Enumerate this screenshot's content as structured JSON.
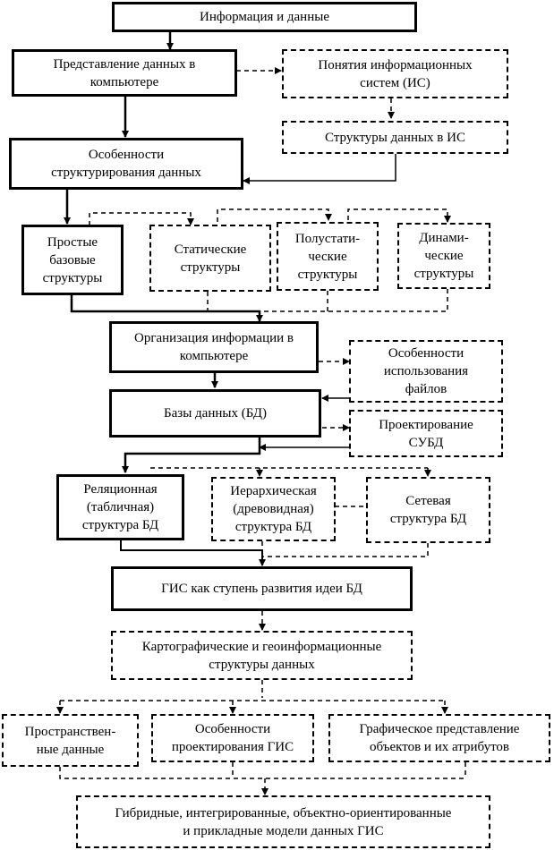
{
  "nodes": {
    "info_data": "Информация и данные",
    "data_repr": "Представление данных в\nкомпьютере",
    "is_concepts": "Понятия информационных\nсистем (ИС)",
    "is_structures": "Структуры данных в ИС",
    "struct_features": "Особенности\nструктурирования данных",
    "simple_base": "Простые\nбазовые\nструктуры",
    "static": "Статические\nструктуры",
    "semistatic": "Полустати-\nческие\nструктуры",
    "dynamic": "Динами-\nческие\nструктуры",
    "info_org": "Организация информации в\nкомпьютере",
    "file_features": "Особенности\nиспользования\nфайлов",
    "databases": "Базы данных (БД)",
    "dbms_design": "Проектирование\nСУБД",
    "relational": "Реляционная\n(табличная)\nструктура БД",
    "hierarchical": "Иерархическая\n(древовидная)\nструктура БД",
    "network": "Сетевая\nструктура БД",
    "gis": "ГИС как ступень развития идеи БД",
    "carto": "Картографические и геоинформационные\nструктуры данных",
    "spatial": "Пространствен-\nные данные",
    "gis_design": "Особенности\nпроектирования ГИС",
    "graphic_repr": "Графическое представление\nобъектов  и их атрибутов",
    "hybrid": "Гибридные, интегрированные, объектно-ориентированные\nи прикладные модели данных ГИС"
  }
}
